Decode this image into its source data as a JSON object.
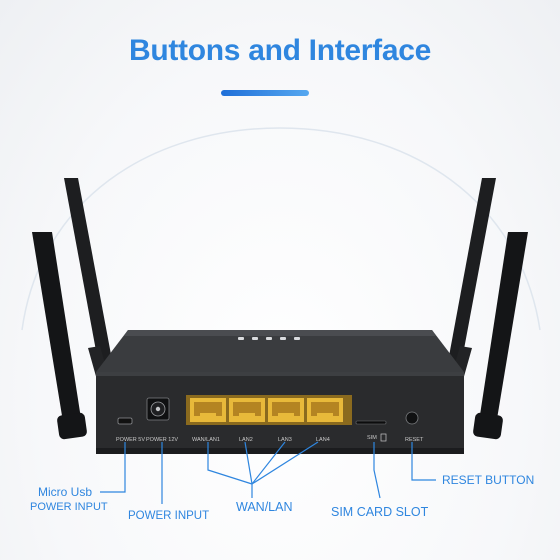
{
  "heading": {
    "title": "Buttons and Interface",
    "accent_color": "#2f86df"
  },
  "port_labels": {
    "power_5v": "POWER  5V",
    "power_12v": "POWER  12V",
    "wan_lan1": "WAN/LAN1",
    "lan2": "LAN2",
    "lan3": "LAN3",
    "lan4": "LAN4",
    "sim": "SIM",
    "reset": "RESET"
  },
  "callouts": {
    "micro_usb": "Micro Usb",
    "micro_usb_power": "POWER INPUT",
    "power_input": "POWER INPUT",
    "wan_lan": "WAN/LAN",
    "sim_slot": "SIM CARD SLOT",
    "reset_button": "RESET BUTTON"
  },
  "icons": [
    "sim-card-icon",
    "led-indicator-icon"
  ],
  "colors": {
    "router_body": "#2a2b2d",
    "port_yellow": "#e8b93a",
    "callout_line": "#2f86df"
  }
}
